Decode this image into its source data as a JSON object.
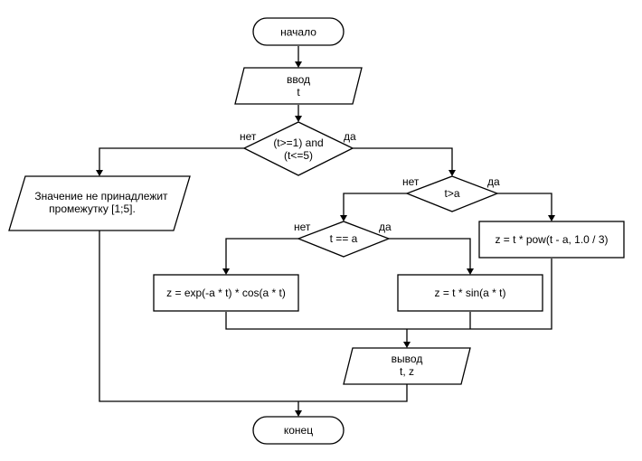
{
  "flowchart": {
    "start": "начало",
    "input": [
      "ввод",
      "t"
    ],
    "cond_range": [
      "(t>=1) and",
      "(t<=5)"
    ],
    "out_of_range": [
      "Значение не принадлежит",
      "промежутку [1;5]."
    ],
    "cond_t_gt_a": "t>a",
    "cond_t_eq_a": "t == a",
    "formula_pow": "z = t * pow(t - a, 1.0 / 3)",
    "formula_exp": "z = exp(-a * t) * cos(a * t)",
    "formula_sin": "z = t * sin(a * t)",
    "output": [
      "вывод",
      "t, z"
    ],
    "end": "конец",
    "yes_label": "да",
    "no_label": "нет"
  }
}
